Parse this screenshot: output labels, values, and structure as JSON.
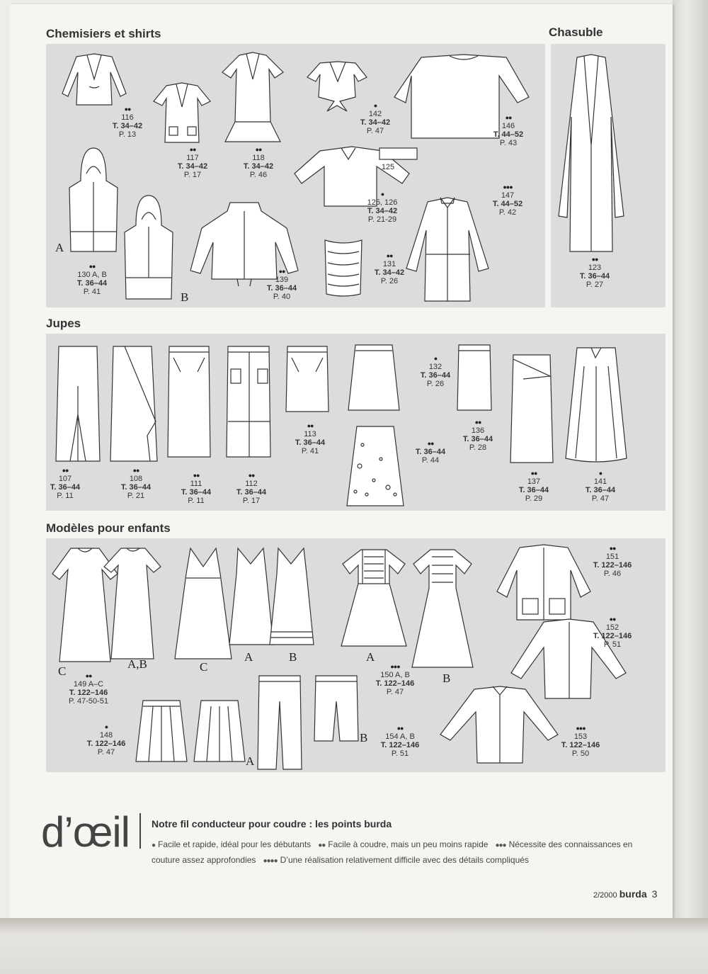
{
  "sections": {
    "shirts": "Chemisiers et shirts",
    "chasuble": "Chasuble",
    "skirts": "Jupes",
    "kids": "Modèles pour enfants"
  },
  "models": {
    "m116": {
      "dots": "●●",
      "num": "116",
      "size": "T. 34–42",
      "page": "P. 13"
    },
    "m117": {
      "dots": "●●",
      "num": "117",
      "size": "T. 34–42",
      "page": "P. 17"
    },
    "m118": {
      "dots": "●●",
      "num": "118",
      "size": "T. 34–42",
      "page": "P. 46"
    },
    "m142": {
      "dots": "●",
      "num": "142",
      "size": "T. 34–42",
      "page": "P. 47"
    },
    "m146": {
      "dots": "●●",
      "num": "146",
      "size": "T. 44–52",
      "page": "P. 43"
    },
    "m125": {
      "num": "125"
    },
    "m125_126": {
      "dots": "●",
      "num": "125, 126",
      "size": "T. 34–42",
      "page": "P. 21-29"
    },
    "m147": {
      "dots": "●●●",
      "num": "147",
      "size": "T. 44–52",
      "page": "P. 42"
    },
    "m130": {
      "dots": "●●",
      "num": "130 A, B",
      "size": "T. 36–44",
      "page": "P. 41"
    },
    "m139": {
      "dots": "●●",
      "num": "139",
      "size": "T. 36–44",
      "page": "P. 40"
    },
    "m131": {
      "dots": "●●",
      "num": "131",
      "size": "T. 34–42",
      "page": "P. 26"
    },
    "m123": {
      "dots": "●●",
      "num": "123",
      "size": "T. 36–44",
      "page": "P. 27"
    },
    "m107": {
      "dots": "●●",
      "num": "107",
      "size": "T. 36–44",
      "page": "P. 11"
    },
    "m108": {
      "dots": "●●",
      "num": "108",
      "size": "T. 36–44",
      "page": "P. 21"
    },
    "m111": {
      "dots": "●●",
      "num": "111",
      "size": "T. 36–44",
      "page": "P. 11"
    },
    "m112": {
      "dots": "●●",
      "num": "112",
      "size": "T. 36–44",
      "page": "P. 17"
    },
    "m113": {
      "dots": "●●",
      "num": "113",
      "size": "T. 36–44",
      "page": "P. 41"
    },
    "m132": {
      "dots": "●",
      "num": "132",
      "size": "T. 36–44",
      "page": "P. 26"
    },
    "m144": {
      "dots": "●●",
      "size": "T. 36–44",
      "page": "P. 44"
    },
    "m136": {
      "dots": "●●",
      "num": "136",
      "size": "T. 36–44",
      "page": "P. 28"
    },
    "m137": {
      "dots": "●●",
      "num": "137",
      "size": "T. 36–44",
      "page": "P. 29"
    },
    "m141": {
      "dots": "●",
      "num": "141",
      "size": "T. 36–44",
      "page": "P. 47"
    },
    "m149": {
      "dots": "●●",
      "num": "149 A–C",
      "size": "T. 122–146",
      "page": "P. 47-50-51"
    },
    "m150": {
      "dots": "●●●",
      "num": "150 A, B",
      "size": "T. 122–146",
      "page": "P. 47"
    },
    "m151": {
      "dots": "●●",
      "num": "151",
      "size": "T. 122–146",
      "page": "P. 46"
    },
    "m152": {
      "dots": "●●",
      "num": "152",
      "size": "T. 122–146",
      "page": "P. 51"
    },
    "m153": {
      "dots": "●●●",
      "num": "153",
      "size": "T. 122–146",
      "page": "P. 50"
    },
    "m148": {
      "dots": "●",
      "num": "148",
      "size": "T. 122–146",
      "page": "P. 47"
    },
    "m154": {
      "dots": "●●",
      "num": "154 A, B",
      "size": "T. 122–146",
      "page": "P. 51"
    }
  },
  "variants": {
    "a": "A",
    "b": "B",
    "c": "C",
    "ab": "A,B"
  },
  "legend": {
    "title_big": "d’œil",
    "title": "Notre fil conducteur pour coudre : les points burda",
    "d1": "●",
    "t1": "Facile et rapide, idéal pour les débutants",
    "d2": "●●",
    "t2": "Facile à coudre, mais un peu moins rapide",
    "d3": "●●●",
    "t3": "Nécessite des connaissances en couture assez approfondies",
    "d4": "●●●●",
    "t4": "D’une réalisation relativement difficile avec des détails compliqués"
  },
  "footer": {
    "issue": "2/2000",
    "brand": "burda",
    "page": "3"
  }
}
